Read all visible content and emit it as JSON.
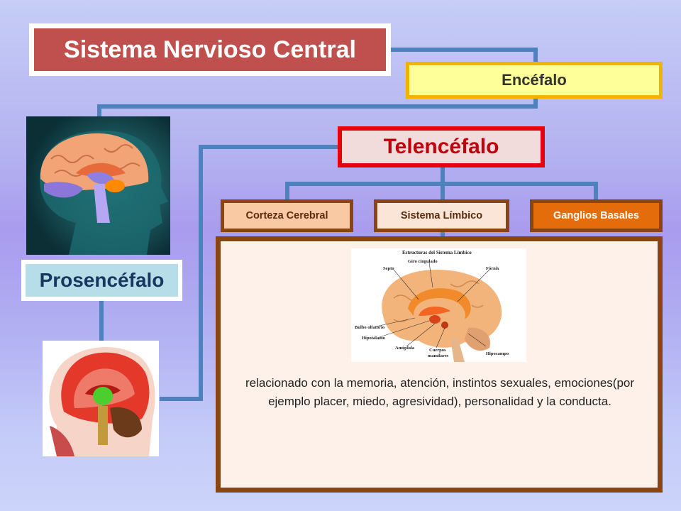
{
  "title": "Sistema Nervioso Central",
  "encefalo": "Encéfalo",
  "telencefalo": "Telencéfalo",
  "subdivisions": {
    "corteza": "Corteza Cerebral",
    "limbico": "Sistema Límbico",
    "ganglios": "Ganglios Basales"
  },
  "prosencefalo": "Prosencéfalo",
  "description": "relacionado con la memoria, atención, instintos sexuales, emociones(por ejemplo placer, miedo, agresividad), personalidad y la conducta.",
  "limbic_image": {
    "heading": "Estructuras del Sistema Límbico",
    "labels": {
      "septo": "Septo",
      "giro": "Giro cingulado",
      "fornix": "Fórnix",
      "bulbo": "Bulbo olfatorio",
      "hipotalamo": "Hipotálamo",
      "amigdala": "Amígdala",
      "cuerpos1": "Cuerpos",
      "cuerpos2": "mamilares",
      "hipocampo": "Hipocampo"
    }
  },
  "colors": {
    "connector": "#4f81bd",
    "title_fill": "#c0504d",
    "encefalo_fill": "#ffff99",
    "encefalo_border": "#f0b400",
    "telencefalo_border": "#e8000c",
    "subbox_border": "#8b4513",
    "ganglios_fill": "#e46c0a",
    "prosencefalo_fill": "#b7dde8"
  }
}
